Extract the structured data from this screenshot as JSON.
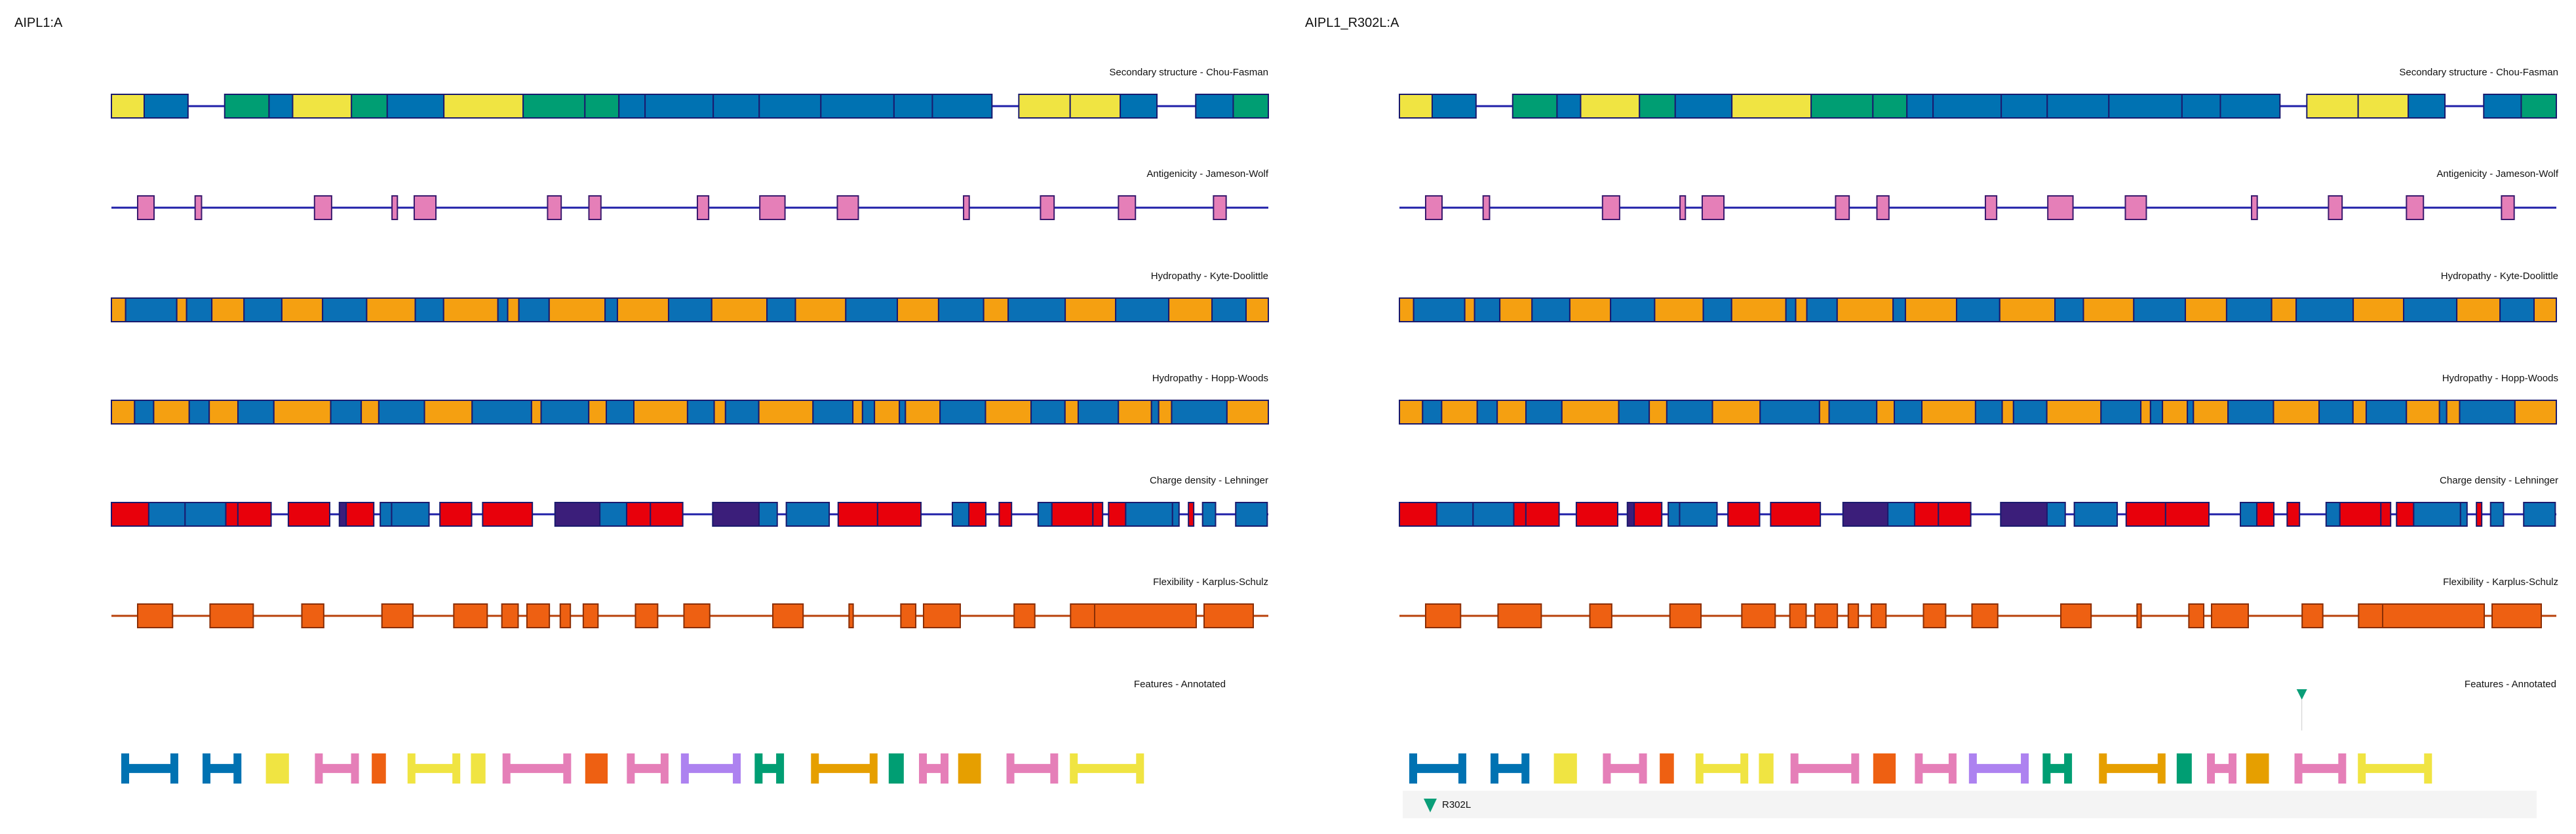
{
  "palette": {
    "ss": {
      "H": "#009E73",
      "E": "#0072B2",
      "T": "#F0E442"
    },
    "antigen": "#E57FB8",
    "hydro": {
      "hydrophobic": "#F5A011",
      "hydrophilic": "#0A70B5"
    },
    "charge": {
      "positive": "#E8000B",
      "negative": "#0A70B5",
      "mixed": "#3B1E7A"
    },
    "flex": "#EE6012",
    "line": {
      "default": "#1F1FA8",
      "flex": "#B8410A"
    },
    "annotation": [
      "#F0E442",
      "#0072B2",
      "#E69F00",
      "#E57FB8",
      "#009E73",
      "#EE6012",
      "#AD82F0"
    ],
    "mutation": "#0A9E78"
  },
  "panels": [
    {
      "title": "AIPL1:A",
      "track_labels": [
        "Secondary structure - Chou-Fasman",
        "Antigenicity - Jameson-Wolf",
        "Hydropathy - Kyte-Doolittle",
        "Hydropathy - Hopp-Woods",
        "Charge density - Lehninger",
        "Flexibility - Karplus-Schulz",
        "Features - Annotated"
      ],
      "mutations": []
    },
    {
      "title": "AIPL1_R302L:A",
      "track_labels": [
        "Secondary structure - Chou-Fasman",
        "Antigenicity - Jameson-Wolf",
        "Hydropathy - Kyte-Doolittle",
        "Hydropathy - Hopp-Woods",
        "Charge density - Lehninger",
        "Flexibility - Karplus-Schulz",
        "Features - Annotated"
      ],
      "mutations": [
        {
          "label": "R302L",
          "position": 0.78
        }
      ]
    }
  ]
}
